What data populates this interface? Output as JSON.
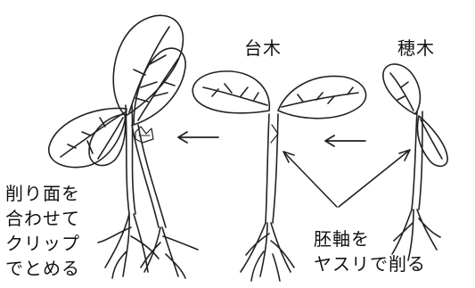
{
  "labels": {
    "rootstock": "台木",
    "scion": "穂木",
    "clip_note": [
      "削り面を",
      "合わせて",
      "クリップ",
      "でとめる"
    ],
    "hypocotyl_note": [
      "胚軸を",
      "ヤスリで削る"
    ]
  }
}
